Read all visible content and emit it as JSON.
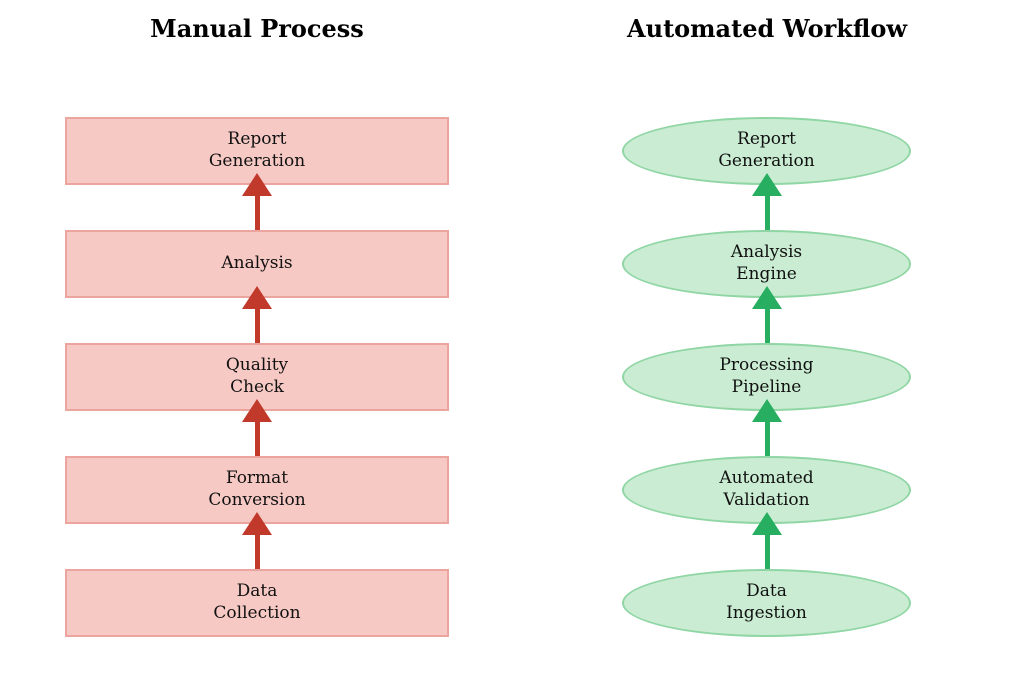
{
  "diagram": {
    "flow_direction": "bottom-to-top",
    "columns": [
      {
        "title": "Manual Process",
        "shape": "rectangle",
        "steps": [
          "Report\nGeneration",
          "Analysis",
          "Quality\nCheck",
          "Format\nConversion",
          "Data\nCollection"
        ]
      },
      {
        "title": "Automated Workflow",
        "shape": "ellipse",
        "steps": [
          "Report\nGeneration",
          "Analysis\nEngine",
          "Processing\nPipeline",
          "Automated\nValidation",
          "Data\nIngestion"
        ]
      }
    ]
  },
  "colors": {
    "manual-fill": "#f6c9c4",
    "manual-border": "#eba59e",
    "manual-arrow": "#c0392b",
    "auto-fill": "#c9ecd2",
    "auto-border": "#90d6a4",
    "auto-arrow": "#27ae60",
    "text": "#111111",
    "title": "#000000"
  }
}
